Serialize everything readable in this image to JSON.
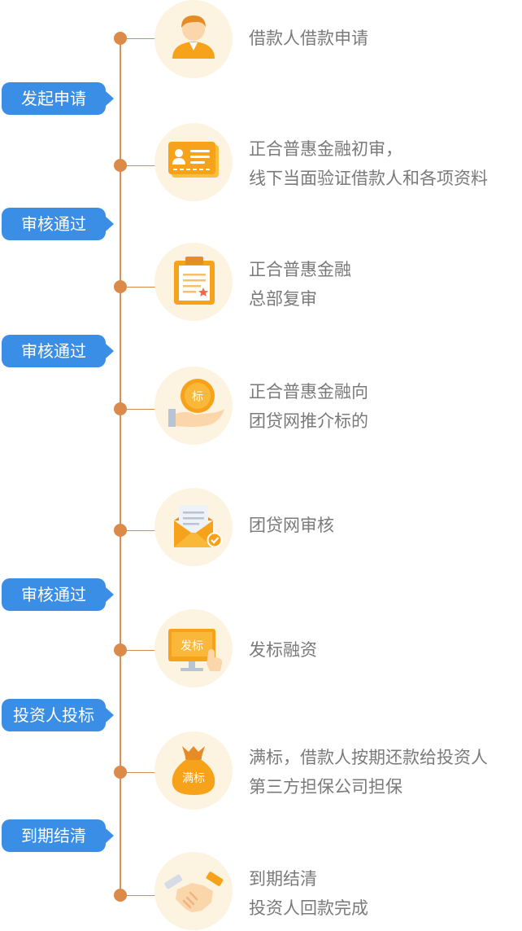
{
  "stages": [
    {
      "label": "发起申请"
    },
    {
      "label": "审核通过"
    },
    {
      "label": "审核通过"
    },
    {
      "label": "审核通过"
    },
    {
      "label": "投资人投标"
    },
    {
      "label": "到期结清"
    }
  ],
  "steps": [
    {
      "icon": "user-avatar-icon",
      "lines": [
        "借款人借款申请"
      ]
    },
    {
      "icon": "id-card-icon",
      "lines": [
        "正合普惠金融初审，",
        "线下当面验证借款人和各项资料"
      ]
    },
    {
      "icon": "clipboard-document-icon",
      "lines": [
        "正合普惠金融",
        "总部复审"
      ]
    },
    {
      "icon": "coin-in-hand-icon",
      "coin_label": "标",
      "lines": [
        "正合普惠金融向",
        "团贷网推介标的"
      ]
    },
    {
      "icon": "envelope-approved-icon",
      "lines": [
        "团贷网审核"
      ]
    },
    {
      "icon": "monitor-publish-icon",
      "screen_label": "发标",
      "lines": [
        "发标融资"
      ]
    },
    {
      "icon": "money-bag-icon",
      "bag_label": "满标",
      "lines": [
        "满标，借款人按期还款给投资人",
        "第三方担保公司担保"
      ]
    },
    {
      "icon": "handshake-icon",
      "lines": [
        "到期结清",
        "投资人回款完成"
      ]
    }
  ],
  "colors": {
    "timeline": "#dc8a4a",
    "stage_badge": "#3b8ee6",
    "icon_bg": "#fdf3e1",
    "icon_orange": "#f7a21b",
    "text": "#7a7a7a"
  }
}
